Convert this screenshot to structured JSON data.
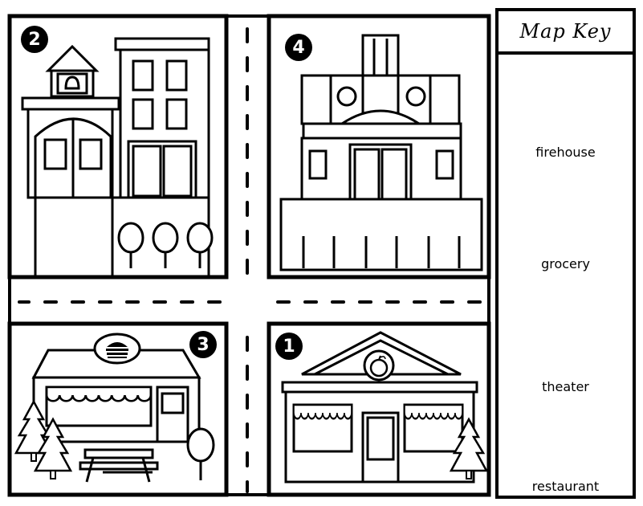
{
  "map": {
    "blocks": [
      {
        "number": "2",
        "building": "firehouse"
      },
      {
        "number": "4",
        "building": "theater"
      },
      {
        "number": "3",
        "building": "restaurant"
      },
      {
        "number": "1",
        "building": "grocery"
      }
    ]
  },
  "key": {
    "title": "Map Key",
    "items": [
      {
        "label": "firehouse",
        "icon": "firehouse-icon"
      },
      {
        "label": "grocery",
        "icon": "grocery-icon"
      },
      {
        "label": "theater",
        "icon": "theater-icon"
      },
      {
        "label": "restaurant",
        "icon": "restaurant-icon"
      }
    ]
  }
}
